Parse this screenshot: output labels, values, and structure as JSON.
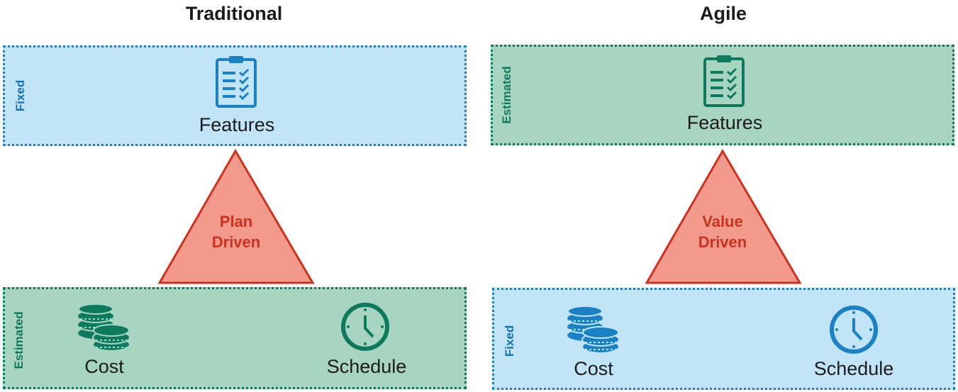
{
  "traditional": {
    "title": "Traditional",
    "top": {
      "side_label": "Fixed",
      "item_label": "Features"
    },
    "triangle": {
      "line1": "Plan",
      "line2": "Driven"
    },
    "bottom": {
      "side_label": "Estimated",
      "cost_label": "Cost",
      "schedule_label": "Schedule"
    }
  },
  "agile": {
    "title": "Agile",
    "top": {
      "side_label": "Estimated",
      "item_label": "Features"
    },
    "triangle": {
      "line1": "Value",
      "line2": "Driven"
    },
    "bottom": {
      "side_label": "Fixed",
      "cost_label": "Cost",
      "schedule_label": "Schedule"
    }
  },
  "colors": {
    "fixed_fill": "#c1e5f7",
    "fixed_accent": "#1a82c4",
    "estimated_fill": "#a8d5c2",
    "estimated_accent": "#0d7a5e",
    "triangle_fill": "#f29b8c",
    "triangle_stroke": "#d0301e",
    "triangle_text": "#c8321f"
  },
  "icons": [
    "clipboard-checklist-icon",
    "coin-stack-icon",
    "clock-icon"
  ]
}
